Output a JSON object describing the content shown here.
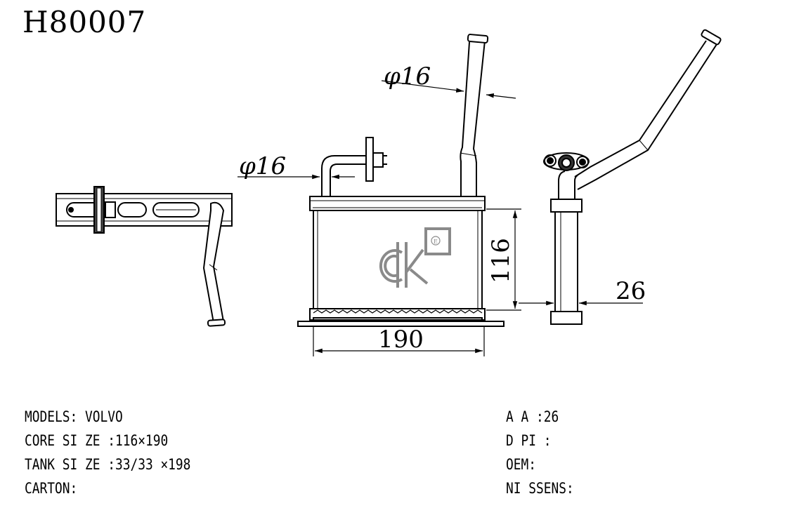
{
  "part_number": "H80007",
  "dimensions": {
    "pipe_top_diameter": "φ16",
    "pipe_mid_diameter": "φ16",
    "core_height": "116",
    "core_width": "190",
    "thickness": "26"
  },
  "logo": {
    "text": "ck",
    "mark": "E"
  },
  "specs_left": [
    {
      "label": "MODELS:",
      "value": "VOLVO"
    },
    {
      "label": "CORE SI ZE :",
      "value": "116×190"
    },
    {
      "label": "TANK SI ZE :",
      "value": "33/33 ×198"
    },
    {
      "label": "CARTON:",
      "value": ""
    }
  ],
  "specs_right": [
    {
      "label": "A A :",
      "value": "26"
    },
    {
      "label": "D PI :",
      "value": ""
    },
    {
      "label": "OEM:",
      "value": ""
    },
    {
      "label": "NI SSENS:",
      "value": ""
    }
  ]
}
